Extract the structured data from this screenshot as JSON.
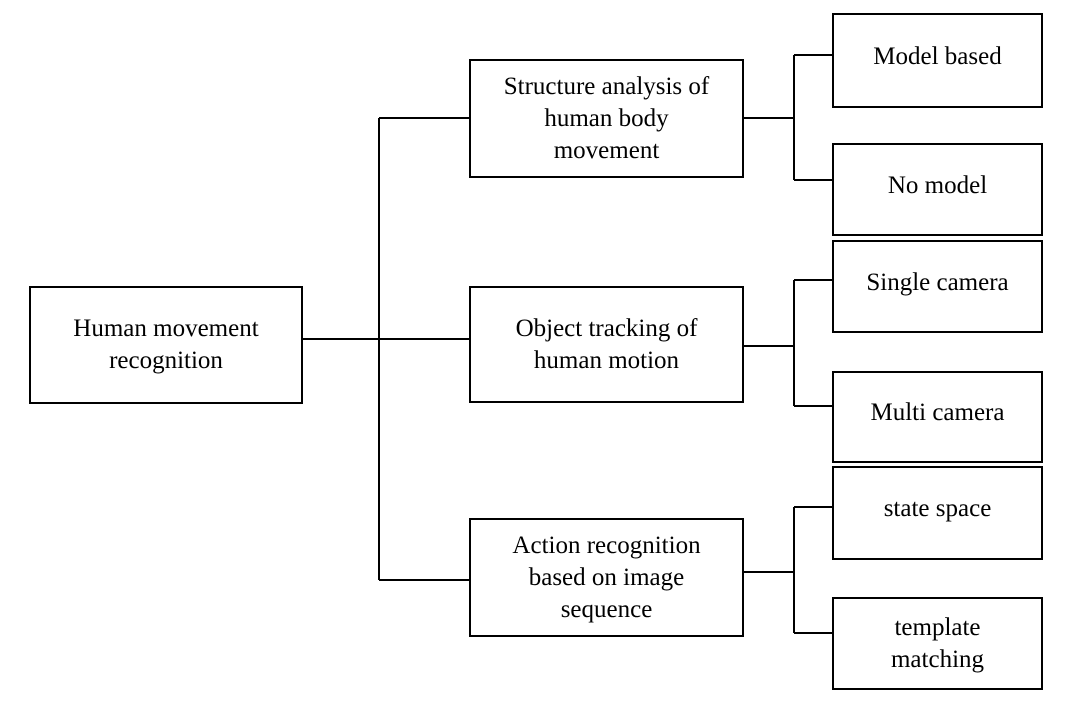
{
  "root": {
    "lines": [
      "Human movement",
      "recognition"
    ]
  },
  "categories": [
    {
      "lines": [
        "Structure analysis of",
        "human body",
        "movement"
      ],
      "children": [
        {
          "lines": [
            "Model based"
          ]
        },
        {
          "lines": [
            "No model"
          ]
        }
      ]
    },
    {
      "lines": [
        "Object tracking of",
        "human motion"
      ],
      "children": [
        {
          "lines": [
            "Single camera"
          ]
        },
        {
          "lines": [
            "Multi camera"
          ]
        }
      ]
    },
    {
      "lines": [
        "Action recognition",
        "based on image",
        "sequence"
      ],
      "children": [
        {
          "lines": [
            "state space"
          ]
        },
        {
          "lines": [
            "template",
            "matching"
          ]
        }
      ]
    }
  ]
}
